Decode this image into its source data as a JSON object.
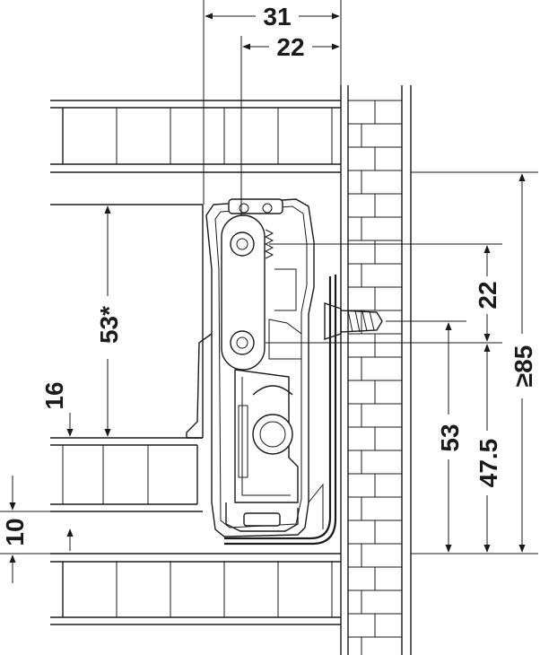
{
  "colors": {
    "ink": "#1a1a1a",
    "background": "#ffffff"
  },
  "dimensions": {
    "top_width_outer": "31",
    "top_width_inner": "22",
    "drawer_height": "53*",
    "bottom_offset": "16",
    "bottom_thickness": "10",
    "screw_spacing": "22",
    "runner_height": "53",
    "runner_base": "47.5",
    "min_cabinet_height": "≥85"
  }
}
